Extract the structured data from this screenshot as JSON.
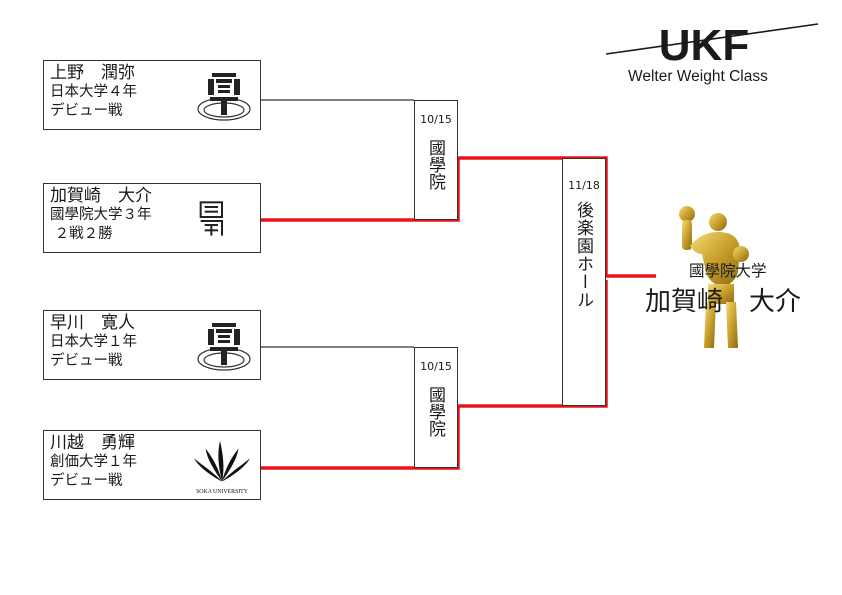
{
  "logo": {
    "text": "UKF",
    "weight_class": "Welter Weight Class"
  },
  "colors": {
    "winner_line": "#e8141b",
    "line": "#333333",
    "trophy": "#d9b93a",
    "ink": "#1a1a1a"
  },
  "players": [
    {
      "name": "上野　潤弥",
      "school": "日本大学４年",
      "record": "デビュー戦",
      "emblem": "nihon-university-emblem-icon"
    },
    {
      "name": "加賀崎　大介",
      "school": "國學院大学３年",
      "record": " ２戦２勝",
      "emblem": "kokugakuin-emblem-icon"
    },
    {
      "name": "早川　寛人",
      "school": "日本大学１年",
      "record": "デビュー戦",
      "emblem": "nihon-university-emblem-icon"
    },
    {
      "name": "川越　勇輝",
      "school": "創価大学１年",
      "record": "デビュー戦",
      "emblem": "soka-university-emblem-icon",
      "emblem_text": "SOKA UNIVERSITY"
    }
  ],
  "semifinals": [
    {
      "date": "10/15",
      "winner": "國學院"
    },
    {
      "date": "10/15",
      "winner": "國學院"
    }
  ],
  "final": {
    "date": "11/18",
    "venue": "後楽園ホール"
  },
  "champion": {
    "school": "國學院大学",
    "name": "加賀崎　大介"
  }
}
